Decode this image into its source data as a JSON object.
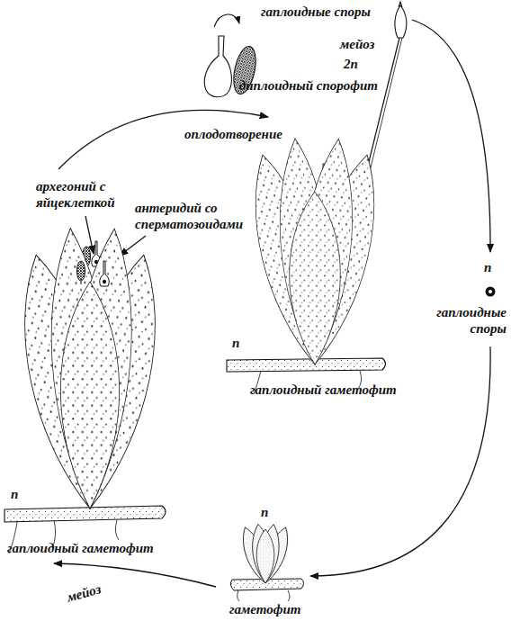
{
  "diagram": {
    "labels": [
      "гаплоидные споры",
      "мейоз",
      "2n",
      "диплоидный спорофит",
      "оплодотворение",
      "архегоний с яйцеклеткой",
      "антеридий со сперматозоидами",
      "n",
      "гаплоидный гаметофит",
      "n",
      "гаплоидный гаметофит",
      "n",
      "гаплоидные споры",
      "n",
      "гаметофит",
      "мейоз"
    ]
  }
}
